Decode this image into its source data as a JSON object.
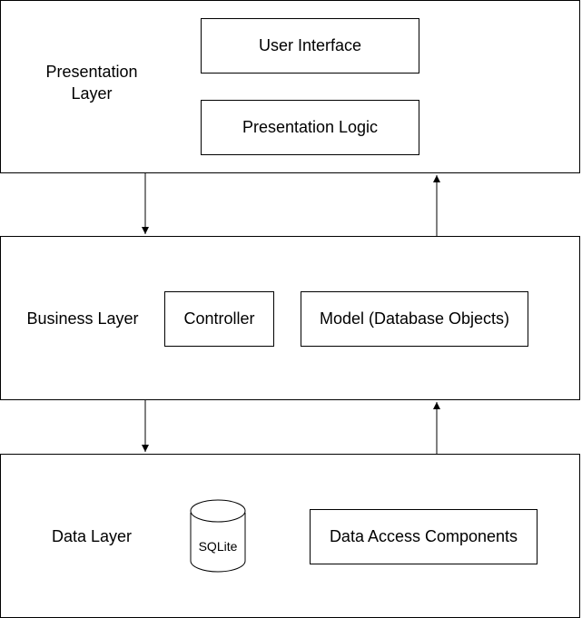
{
  "presentation_layer": {
    "label": "Presentation\nLayer",
    "components": [
      "User Interface",
      "Presentation Logic"
    ]
  },
  "business_layer": {
    "label": "Business Layer",
    "components": [
      "Controller",
      "Model (Database Objects)"
    ]
  },
  "data_layer": {
    "label": "Data Layer",
    "database": "SQLite",
    "components": [
      "Data Access Components"
    ]
  }
}
